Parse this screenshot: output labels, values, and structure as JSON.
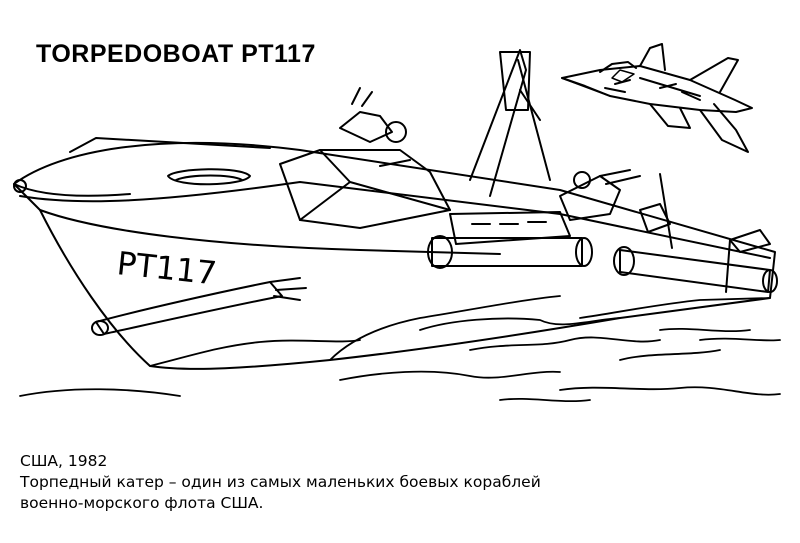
{
  "page": {
    "title": "TORPEDOBOAT PT117",
    "hull_marking": "PT117",
    "caption": {
      "country_year": "США, 1982",
      "line1": "Торпедный катер – один из самых  маленьких боевых кораблей",
      "line2": "военно-морского флота США."
    }
  },
  "colors": {
    "ink": "#000000",
    "paper": "#ffffff"
  }
}
